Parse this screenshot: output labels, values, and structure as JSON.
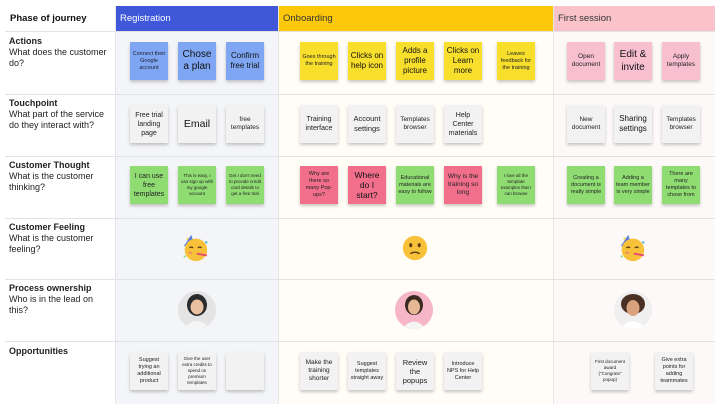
{
  "header": {
    "corner_label": "Phase of journey",
    "phases": [
      {
        "label": "Registration",
        "color": "#3f57d9",
        "bg": "#f4f5f8",
        "text_color": "#ffffff"
      },
      {
        "label": "Onboarding",
        "color": "#fec80a",
        "bg": "#fffdf6",
        "text_color": "#333333"
      },
      {
        "label": "First session",
        "color": "#f9c3c9",
        "bg": "#fef9f9",
        "text_color": "#333333"
      }
    ]
  },
  "rows": [
    {
      "title": "Actions",
      "question": "What does the customer do?"
    },
    {
      "title": "Touchpoint",
      "question": "What part of the service do they interact with?"
    },
    {
      "title": "Customer Thought",
      "question": "What is the customer thinking?"
    },
    {
      "title": "Customer Feeling",
      "question": "What is the customer feeling?"
    },
    {
      "title": "Process ownership",
      "question": "Who is in the lead on this?"
    },
    {
      "title": "Opportunities",
      "question": ""
    }
  ],
  "sticky_colors": {
    "blue": "#7fa6f2",
    "yellow": "#f8df2c",
    "pink": "#f8bfd1",
    "white": "#f2f2f2",
    "green": "#8fdc73",
    "red": "#f26f8c"
  },
  "stickies": {
    "actions": [
      "Connect their Google account",
      "Chose a plan",
      "Confirm free trial",
      "Goes through the training",
      "Clicks on help icon",
      "Adds a profile picture",
      "Clicks on Learn more",
      "Leaves feedback for the training",
      "Open document",
      "Edit & invite",
      "Apply templates"
    ],
    "touchpoints": [
      "Free trial landing page",
      "Email",
      "free templates",
      "Training interface",
      "Account settings",
      "Templates browser",
      "Help Center materials",
      "New document",
      "Sharing settings",
      "Templates browser"
    ],
    "thoughts": [
      "I can use free templates",
      "This is easy, I can sign up with my google account",
      "Get I don't need to provide credit card details to get a free trial",
      "Why are there so many Pop-ups?",
      "Where do I start?",
      "Educational materials are easy to follow",
      "Why is the training so long",
      "I love all the template examples that I can browse",
      "Creating a document is really simple",
      "Adding a team member is very simple",
      "There are many templates to chose from"
    ],
    "opportunities": [
      "Suggest trying an additional product",
      "Give the user extra credits to spend on premium templates",
      "",
      "Make the training shorter",
      "Suggest templates straight away",
      "Review the popups",
      "Introduce NPS for Help Center",
      "First document award (\"Congrats\" popup)",
      "Give extra points for adding teammates"
    ]
  },
  "feelings": {
    "registration": "party-face",
    "onboarding": "confused-face",
    "first_session": "party-face"
  },
  "owners": {
    "registration": "person-dark-hair",
    "onboarding": "person-pink-bg",
    "first_session": "person-curly-hair"
  }
}
